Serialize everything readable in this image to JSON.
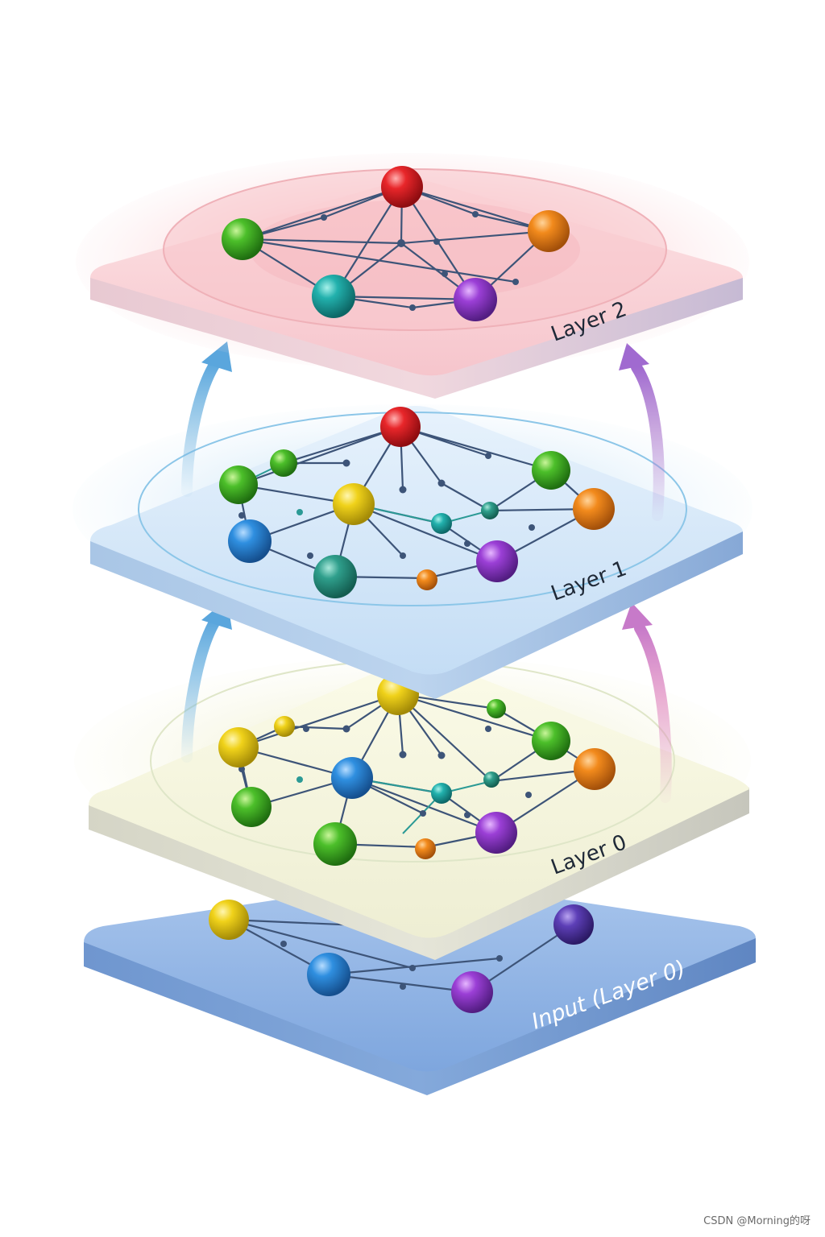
{
  "layers": {
    "layer2": "Layer 2",
    "layer1": "Layer 1",
    "layer0": "Layer 0",
    "input": "Input (Layer 0)"
  },
  "colors": {
    "layer2": "#f4b7be",
    "layer1": "#b9d6f2",
    "layer0": "#f1f1d8",
    "input": "#6f98d4",
    "edge": "#3d5478",
    "edge_teal": "#2b9a95",
    "arrow_left": "#6fb3e0",
    "arrow_right": "#b07fd0",
    "arrow_right_pink": "#e08ac0"
  },
  "node_colors": [
    "red",
    "green",
    "orange",
    "teal",
    "purple",
    "yellow",
    "blue"
  ],
  "watermark": "CSDN @Morning的呀"
}
